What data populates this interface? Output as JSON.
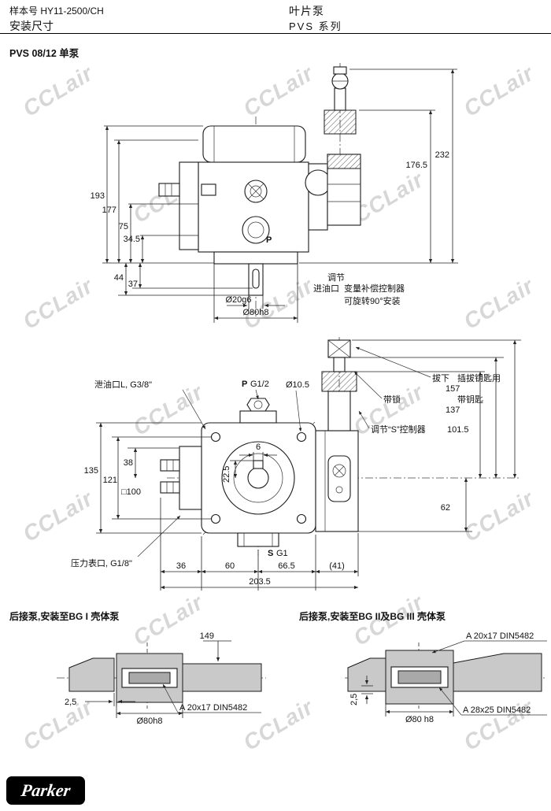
{
  "header": {
    "doc_no": "样本号 HY11-2500/CH",
    "subject": "安装尺寸",
    "product": "叶片泵",
    "series": "PVS 系列"
  },
  "section_title": "PVS 08/12 单泵",
  "watermark": "CCLair",
  "view_side": {
    "dim_232": "232",
    "dim_176_5": "176.5",
    "dim_193": "193",
    "dim_177": "177",
    "dim_75": "75",
    "dim_34_5": "34.5",
    "dim_44": "44",
    "dim_37": "37",
    "shaft_dia": "Ø20g6",
    "spigot_dia": "Ø80h8",
    "port_p": "P",
    "note_adjust": "调节",
    "note_inlet": "进油口",
    "note_comp_1": "变量补偿控制器",
    "note_comp_2": "可旋转90°安装"
  },
  "view_front": {
    "label_drain": "泄油口L, G3/8\"",
    "label_p": "P",
    "label_p_thread": "G1/2",
    "dia_hole": "Ø10.5",
    "note_pull": "拔下",
    "note_key": "插拔钥匙用",
    "dim_157": "157",
    "note_lock": "带锁",
    "note_withkey": "带钥匙",
    "dim_137": "137",
    "note_s_ctrl": "调节“S”控制器",
    "dim_101_5": "101.5",
    "dim_62": "62",
    "dim_135": "135",
    "dim_121": "121",
    "dim_38": "38",
    "sq_100": "□100",
    "dim_22_5": "22.5",
    "dim_6": "6",
    "label_gauge": "压力表口, G1/8\"",
    "label_s": "S",
    "label_s_thread": "G1",
    "dim_36": "36",
    "dim_60": "60",
    "dim_66_5": "66.5",
    "dim_41": "(41)",
    "dim_203_5": "203.5"
  },
  "rear_pumps": {
    "left_title": "后接泵,安装至BG I 壳体泵",
    "right_title": "后接泵,安装至BG II及BG III 壳体泵",
    "left": {
      "dim_149": "149",
      "dim_2_5": "2,5",
      "dia": "Ø80h8",
      "spline": "A 20x17 DIN5482"
    },
    "right": {
      "spline_top": "A 20x17 DIN5482",
      "dim_2_5": "2,5",
      "dia": "Ø80 h8",
      "spline_bottom": "A 28x25 DIN5482"
    }
  },
  "logo": "Parker"
}
